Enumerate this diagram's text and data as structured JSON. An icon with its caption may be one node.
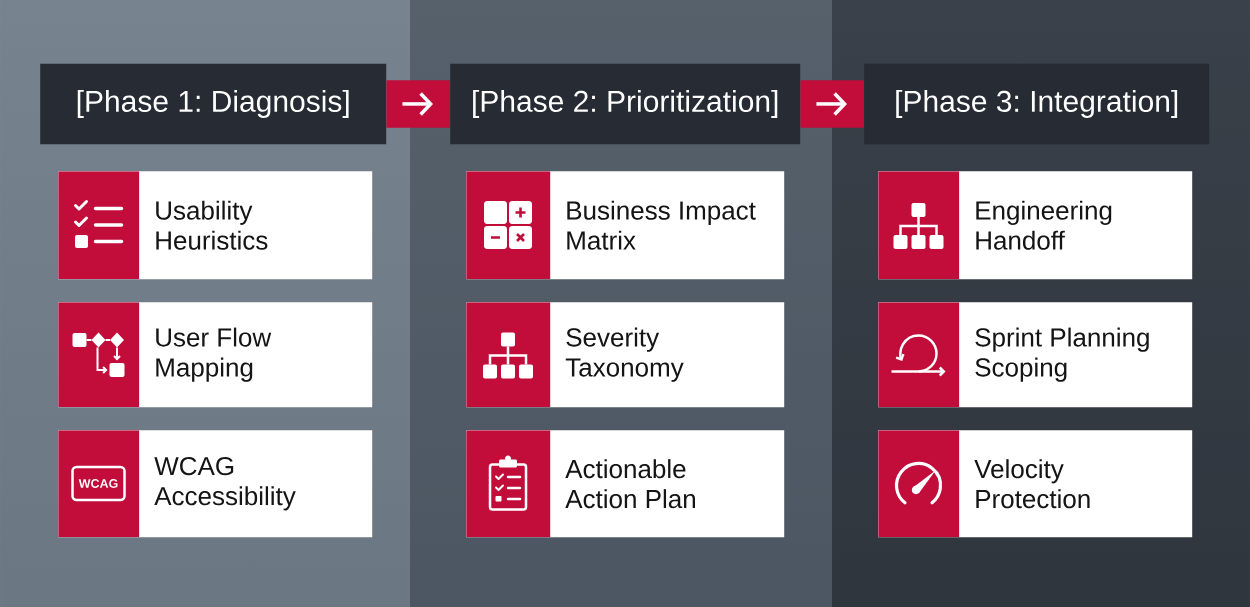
{
  "diagram": {
    "nodes": [
      {
        "text": [
          "[Phase 1: Diagnosis]"
        ]
      },
      {
        "text": [
          "Usability Heuristics"
        ]
      },
      {
        "text": [
          "User Flow Mapping"
        ]
      },
      {
        "text": [
          "WCAG Accessibility"
        ]
      },
      {
        "text": [
          "WCAG"
        ],
        "in": 3
      },
      {
        "text": [
          "[Phase 2: Prioritization]"
        ]
      },
      {
        "text": [
          "Business Impact Matrix"
        ]
      },
      {
        "text": [
          "Severity Taxonomy"
        ]
      },
      {
        "text": [
          "Actionable Action Plan"
        ]
      },
      {
        "text": [
          "[Phase 3: Integration]"
        ]
      },
      {
        "text": [
          "Engineering Handoff"
        ]
      },
      {
        "text": [
          "Sprint Planning Scoping"
        ]
      },
      {
        "text": [
          "Velocity Protection"
        ]
      }
    ],
    "edges": [
      {
        "from": 0,
        "to": 5,
        "arrow": "to"
      },
      {
        "from": 5,
        "to": 9,
        "arrow": "to"
      }
    ]
  }
}
